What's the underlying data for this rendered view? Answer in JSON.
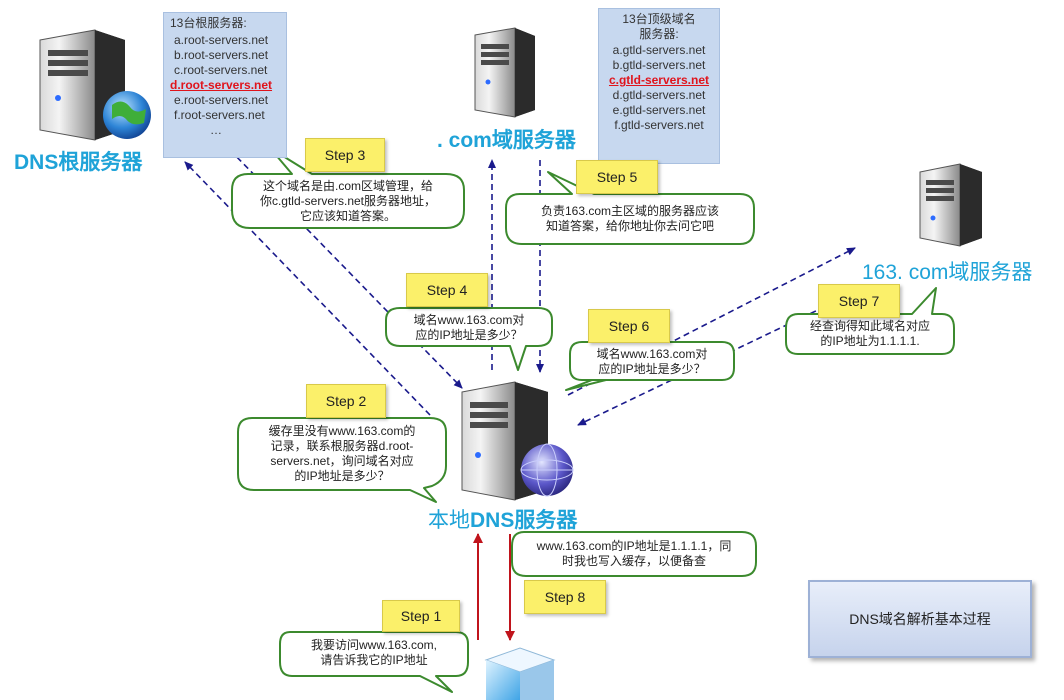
{
  "servers": {
    "root": {
      "label": "DNS根服务器"
    },
    "tld": {
      "label": ". com域服务器"
    },
    "auth": {
      "label": "163. com域服务器"
    },
    "local": {
      "label_prefix": "本地",
      "label_strong": "DNS服务器"
    }
  },
  "root_list": {
    "title": "13台根服务器:",
    "items": [
      "a.root-servers.net",
      "b.root-servers.net",
      "c.root-servers.net",
      "d.root-servers.net",
      "e.root-servers.net",
      "f.root-servers.net",
      "…"
    ],
    "highlight_index": 3
  },
  "tld_list": {
    "title_line1": "13台顶级域名",
    "title_line2": "服务器:",
    "items": [
      "a.gtld-servers.net",
      "b.gtld-servers.net",
      "c.gtld-servers.net",
      "d.gtld-servers.net",
      "e.gtld-servers.net",
      "f.gtld-servers.net"
    ],
    "highlight_index": 2
  },
  "steps": {
    "s1": "Step 1",
    "s2": "Step 2",
    "s3": "Step 3",
    "s4": "Step 4",
    "s5": "Step 5",
    "s6": "Step 6",
    "s7": "Step 7",
    "s8": "Step 8"
  },
  "bubbles": {
    "b1": [
      "我要访问www.163.com,",
      "请告诉我它的IP地址"
    ],
    "b2": [
      "缓存里没有www.163.com的",
      "记录，联系根服务器d.root-",
      "servers.net，询问域名对应",
      "的IP地址是多少？"
    ],
    "b3": [
      "这个域名是由.com区域管理，给",
      "你c.gtld-servers.net服务器地址，",
      "它应该知道答案。"
    ],
    "b4": [
      "域名www.163.com对",
      "应的IP地址是多少？"
    ],
    "b5": [
      "负责163.com主区域的服务器应该",
      "知道答案，给你地址你去问它吧"
    ],
    "b6": [
      "域名www.163.com对",
      "应的IP地址是多少？"
    ],
    "b7": [
      "经查询得知此域名对应",
      "的IP地址为1.1.1.1."
    ],
    "b8": [
      "www.163.com的IP地址是1.1.1.1，同",
      "时我也写入缓存，以便备查"
    ]
  },
  "title": "DNS域名解析基本过程",
  "colors": {
    "accent": "#1fa3d8",
    "arrow_dashed": "#1a1a8c",
    "arrow_red": "#c0141c",
    "bubble_border": "#3c8a2e",
    "step_fill": "#fbf06a",
    "highlight": "#e0141c"
  }
}
